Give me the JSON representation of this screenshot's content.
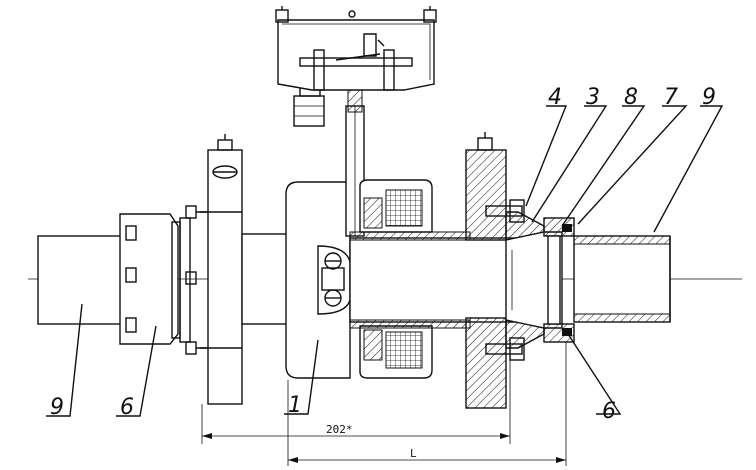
{
  "callouts": {
    "top": [
      "4",
      "3",
      "8",
      "7",
      "9"
    ],
    "bottom_left_9": "9",
    "bottom_left_6": "6",
    "bottom_1": "1",
    "bottom_right_6": "6"
  },
  "dimensions": {
    "length_202": "202*",
    "length_L": "L"
  }
}
